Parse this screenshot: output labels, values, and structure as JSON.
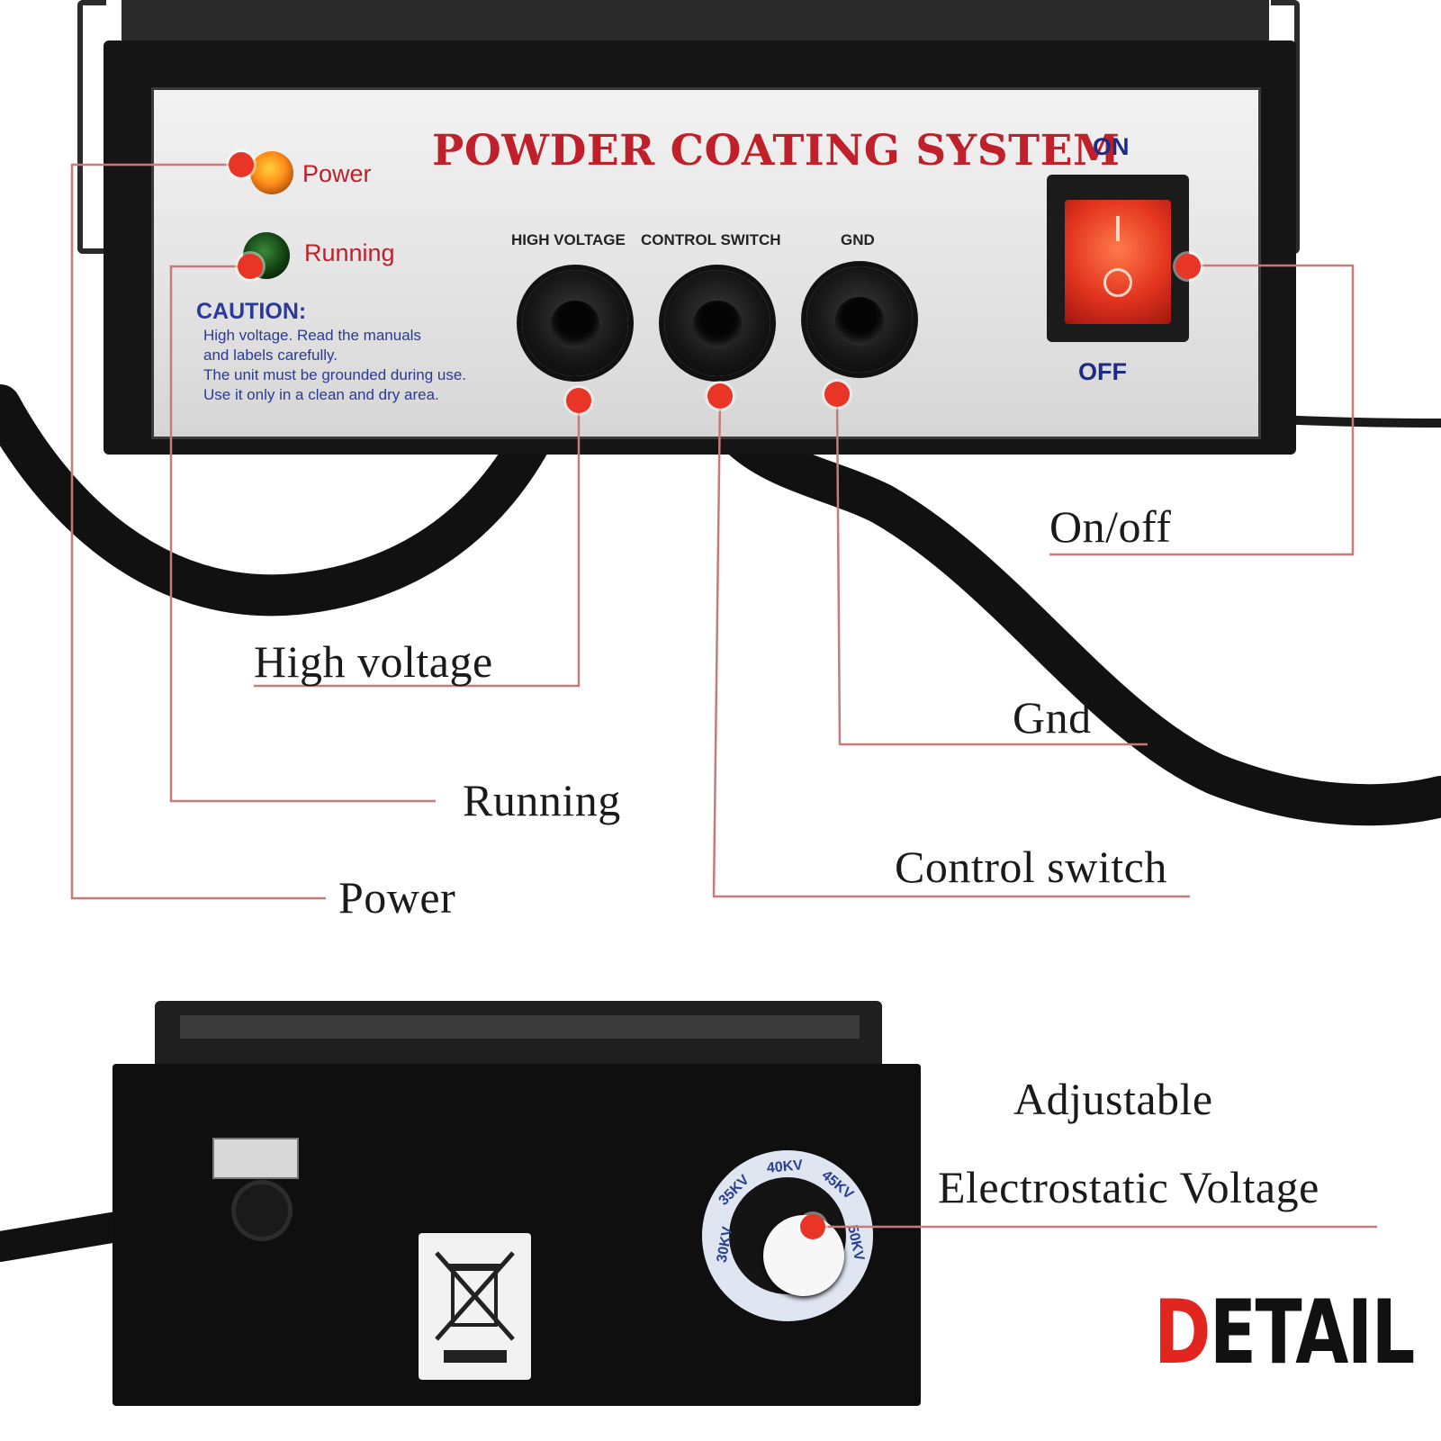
{
  "panel": {
    "title": "POWDER COATING SYSTEM",
    "indicators": {
      "power": "Power",
      "running": "Running"
    },
    "caution": {
      "title": "CAUTION:",
      "lines": [
        "High voltage. Read the manuals",
        "and labels carefully.",
        "The unit must be grounded during use.",
        "Use it only in a clean and dry area."
      ]
    },
    "ports": {
      "high_voltage": "HIGH VOLTAGE",
      "control_switch": "CONTROL SWITCH",
      "gnd": "GND"
    },
    "switch": {
      "on": "ON",
      "off": "OFF"
    }
  },
  "callouts": {
    "on_off": "On/off",
    "high_voltage": "High voltage",
    "gnd": "Gnd",
    "running": "Running",
    "control_switch": "Control switch",
    "power": "Power"
  },
  "bottom": {
    "dial_marks": [
      "30KV",
      "35KV",
      "40KV",
      "45KV",
      "50KV"
    ],
    "adjustable_line1": "Adjustable",
    "adjustable_line2": "Electrostatic Voltage"
  },
  "badge": {
    "first_letter": "D",
    "rest": "ETAIL"
  },
  "colors": {
    "accent": "#e83526",
    "panel_title": "#c0202a",
    "caution_text": "#2a3a9a"
  }
}
